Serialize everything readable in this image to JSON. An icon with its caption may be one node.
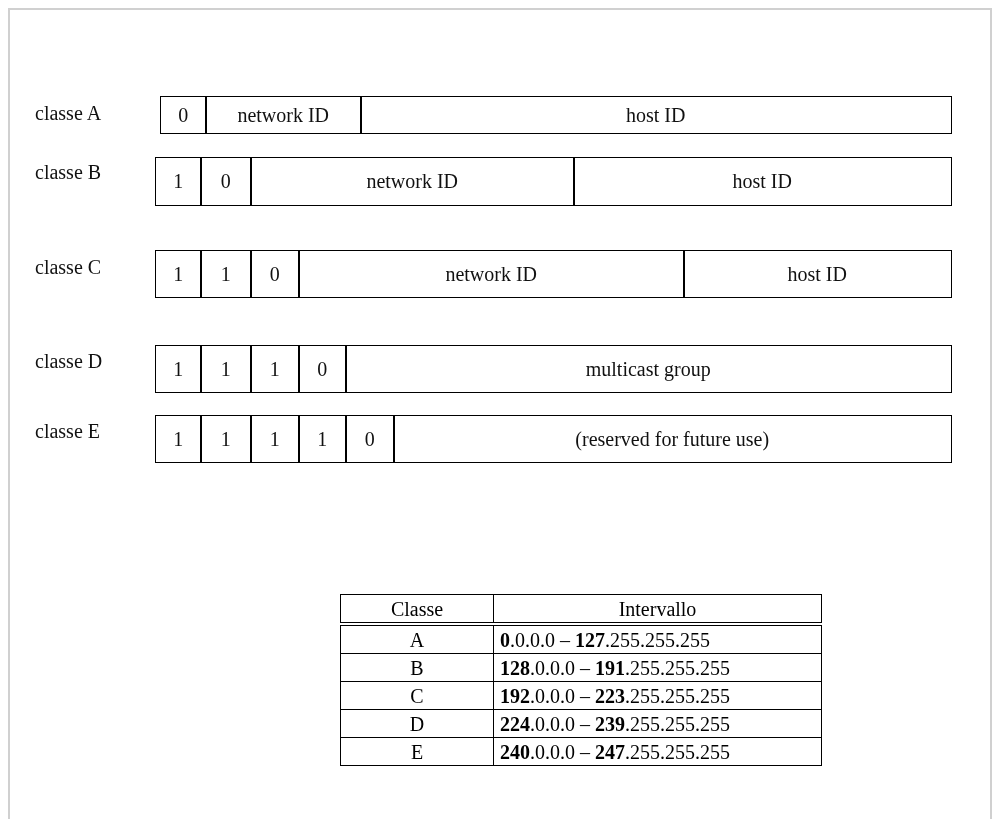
{
  "diagram": {
    "nodes": [
      {
        "text": [
          "0"
        ]
      },
      {
        "text": [
          "network ID"
        ]
      },
      {
        "text": [
          "host ID"
        ]
      },
      {
        "text": [
          "1"
        ]
      },
      {
        "text": [
          "0"
        ]
      },
      {
        "text": [
          "network ID"
        ]
      },
      {
        "text": [
          "host ID"
        ]
      },
      {
        "text": [
          "1"
        ]
      },
      {
        "text": [
          "1"
        ]
      },
      {
        "text": [
          "0"
        ]
      },
      {
        "text": [
          "network ID"
        ]
      },
      {
        "text": [
          "host ID"
        ]
      },
      {
        "text": [
          "1"
        ]
      },
      {
        "text": [
          "1"
        ]
      },
      {
        "text": [
          "1"
        ]
      },
      {
        "text": [
          "0"
        ]
      },
      {
        "text": [
          "multicast group"
        ]
      },
      {
        "text": [
          "1"
        ]
      },
      {
        "text": [
          "1"
        ]
      },
      {
        "text": [
          "1"
        ]
      },
      {
        "text": [
          "1"
        ]
      },
      {
        "text": [
          "0"
        ]
      },
      {
        "text": [
          "(reserved for future use)"
        ]
      }
    ],
    "labels": [
      "classe A",
      "classe B",
      "classe C",
      "classe D",
      "classe E",
      "Classe",
      "Intervallo",
      "A",
      "**0**.0.0.0 – **127**.255.255.255",
      "B",
      "**128**.0.0.0 – **191**.255.255.255",
      "C",
      "**192**.0.0.0 – **223**.255.255.255",
      "D",
      "**224**.0.0.0 – **239**.255.255.255",
      "E",
      "**240**.0.0.0 – **247**.255.255.255"
    ]
  }
}
